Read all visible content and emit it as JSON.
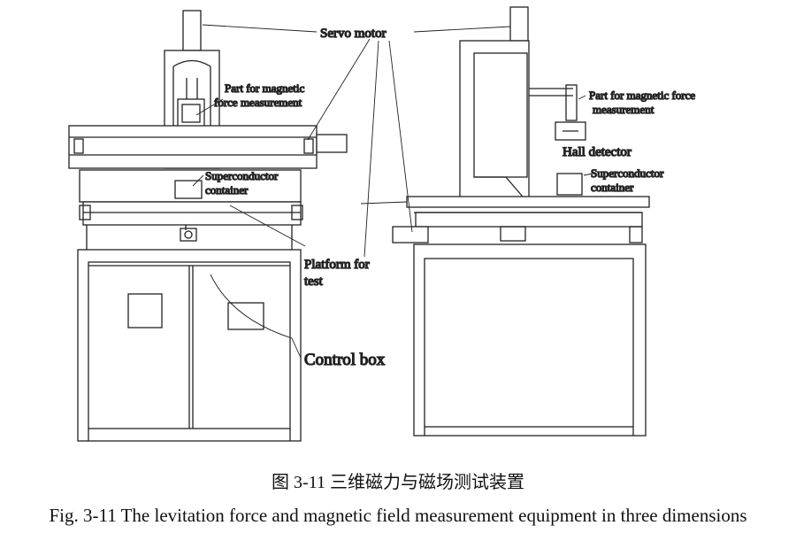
{
  "figure": {
    "labels": {
      "servo_motor": "Servo motor",
      "part_front_1": "Part for magnetic",
      "part_front_2": "force measurement",
      "sc_front_1": "Superconductor",
      "sc_front_2": "container",
      "platform_1": "Platform for",
      "platform_2": "test",
      "control_box": "Control box",
      "part_side_1": "Part for magnetic force",
      "part_side_2": "measurement",
      "hall_detector": "Hall detector",
      "sc_side_1": "Superconductor",
      "sc_side_2": "container"
    }
  },
  "caption": {
    "chinese": "图 3-11  三维磁力与磁场测试装置",
    "english": "Fig. 3-11 The levitation force and magnetic field measurement equipment in three dimensions"
  }
}
